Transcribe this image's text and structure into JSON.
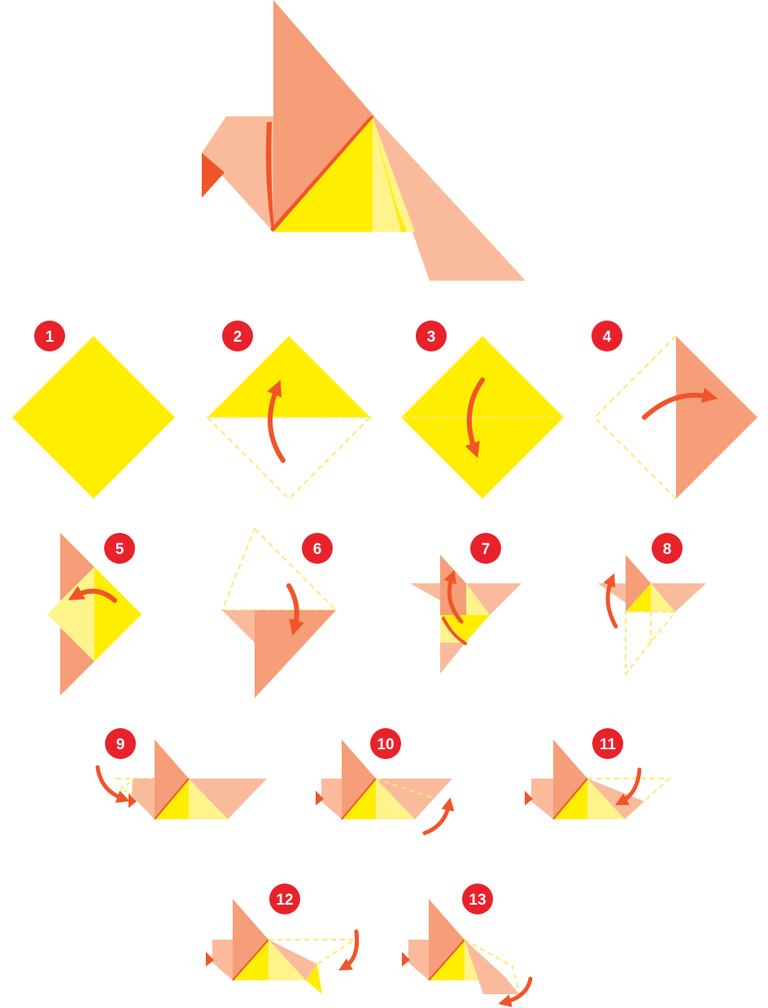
{
  "colors": {
    "yellow": "#FFEE00",
    "light_yellow": "#FFF38C",
    "salmon": "#F59E78",
    "light_salmon": "#FABB9C",
    "orange": "#F0552A",
    "red_badge": "#E8222B",
    "dashed_line": "#FFE870"
  },
  "icons": {
    "fold_arrow": "curved-arrow-icon",
    "step_badge": "numbered-circle-badge"
  },
  "steps": [
    {
      "number": "1"
    },
    {
      "number": "2"
    },
    {
      "number": "3"
    },
    {
      "number": "4"
    },
    {
      "number": "5"
    },
    {
      "number": "6"
    },
    {
      "number": "7"
    },
    {
      "number": "8"
    },
    {
      "number": "9"
    },
    {
      "number": "10"
    },
    {
      "number": "11"
    },
    {
      "number": "12"
    },
    {
      "number": "13"
    }
  ]
}
